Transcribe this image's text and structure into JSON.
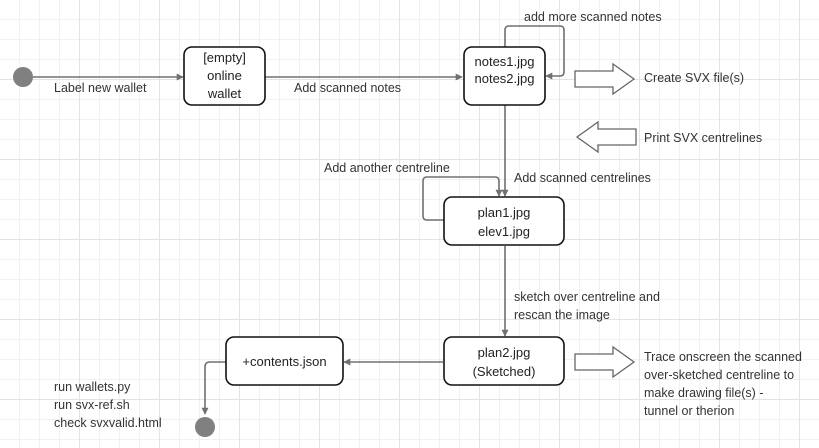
{
  "nodes": {
    "wallet": [
      "[empty]",
      "online",
      "wallet"
    ],
    "notes": [
      "notes1.jpg",
      "notes2.jpg"
    ],
    "plan": [
      "plan1.jpg",
      "elev1.jpg"
    ],
    "plan2": [
      "plan2.jpg",
      "(Sketched)"
    ],
    "contents": [
      "+contents.json"
    ]
  },
  "edges": {
    "label_new_wallet": "Label new wallet",
    "add_scanned_notes": "Add scanned notes",
    "add_more_scanned_notes": "add more scanned notes",
    "add_scanned_centrelines": "Add scanned centrelines",
    "add_another_centreline": "Add another centreline",
    "sketch_over": [
      "sketch over centreline and",
      "rescan the image"
    ],
    "final_steps": [
      "run wallets.py",
      "run svx-ref.sh",
      "check svxvalid.html"
    ]
  },
  "side_notes": {
    "create_svx": "Create SVX file(s)",
    "print_svx": "Print SVX centrelines",
    "trace": [
      "Trace onscreen the scanned",
      "over-sketched centreline to",
      "make drawing file(s) -",
      "tunnel or therion"
    ]
  },
  "colors": {
    "node_border": "#111111",
    "edge": "#707070",
    "text": "#333333",
    "state_dot": "#808080"
  }
}
